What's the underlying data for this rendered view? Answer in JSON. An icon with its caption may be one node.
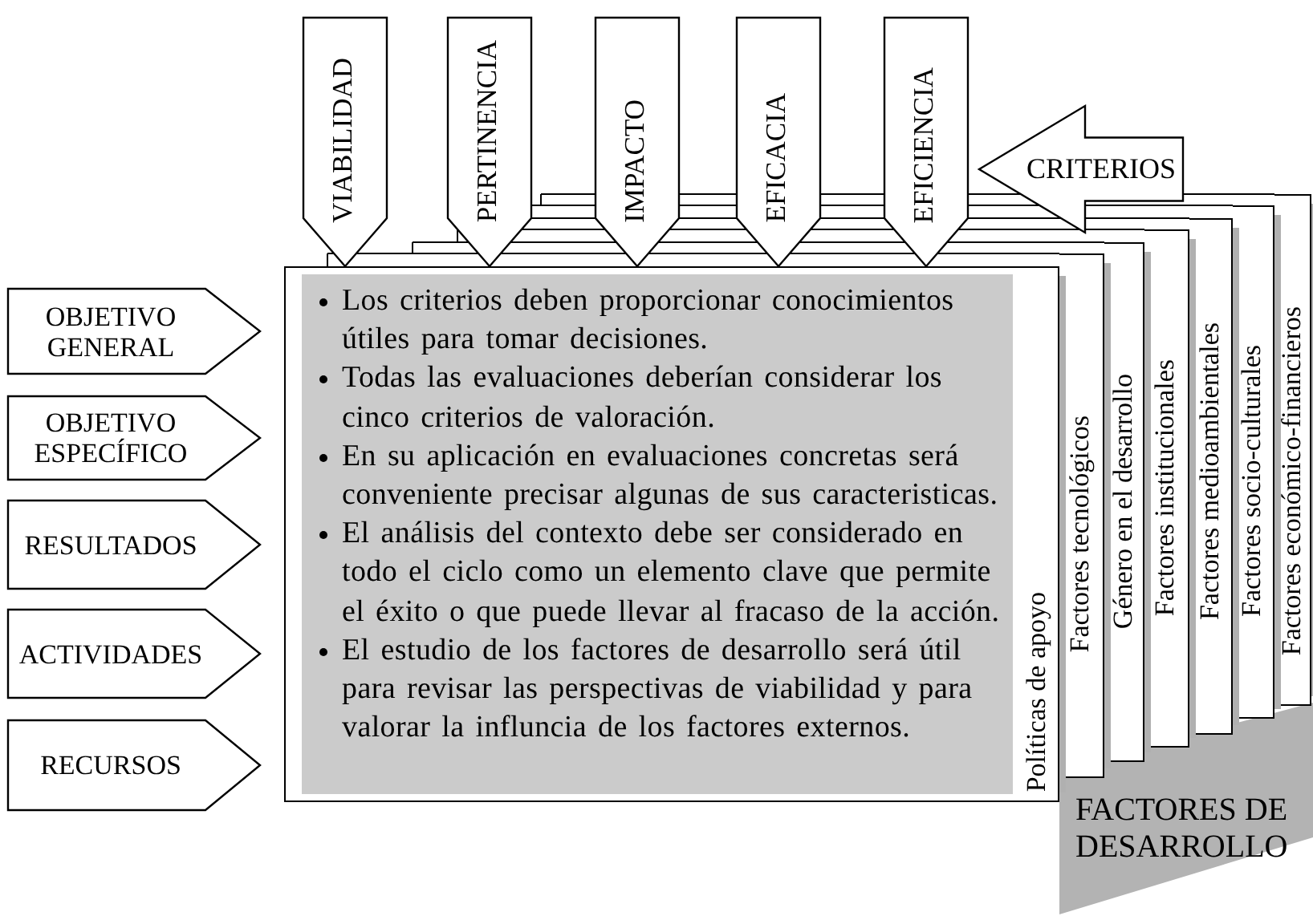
{
  "diagram": {
    "nodes": [
      {
        "text": [
          "VIABILIDAD"
        ]
      },
      {
        "text": [
          "PERTINENCIA"
        ]
      },
      {
        "text": [
          "IMPACTO"
        ]
      },
      {
        "text": [
          "EFICACIA"
        ]
      },
      {
        "text": [
          "EFICIENCIA"
        ]
      },
      {
        "text": [
          "CRITERIOS"
        ]
      },
      {
        "text": [
          "OBJETIVO GENERAL"
        ]
      },
      {
        "text": [
          "OBJETIVO ESPECÍFICO"
        ]
      },
      {
        "text": [
          "RESULTADOS"
        ]
      },
      {
        "text": [
          "ACTIVIDADES"
        ]
      },
      {
        "text": [
          "RECURSOS"
        ]
      },
      {
        "text": [
          "Políticas de apoyo"
        ]
      },
      {
        "text": [
          "Los criterios deben proporcionar conocimientos útiles para tomar decisiones.",
          "Todas las evaluaciones deberían considerar los cinco criterios de valoración.",
          "En su aplicación en evaluaciones concretas será conveniente precisar algunas de sus caracteristicas.",
          "El análisis del contexto debe ser considerado en todo el ciclo como un elemento clave que permite el éxito o que puede llevar al fracaso de la acción.",
          "El estudio de los factores de desarrollo será útil para revisar las perspectivas de viabilidad y para valorar la influncia de los factores externos."
        ],
        "in": 11
      },
      {
        "text": [
          "Factores tecnológicos"
        ]
      },
      {
        "text": [
          "Género en el desarrollo"
        ]
      },
      {
        "text": [
          "Factores institucionales"
        ]
      },
      {
        "text": [
          "Factores medioambientales"
        ]
      },
      {
        "text": [
          "Factores socio-culturales"
        ]
      },
      {
        "text": [
          "Factores económico-financieros"
        ]
      },
      {
        "text": [
          "FACTORES DE DESARROLLO"
        ]
      }
    ]
  }
}
